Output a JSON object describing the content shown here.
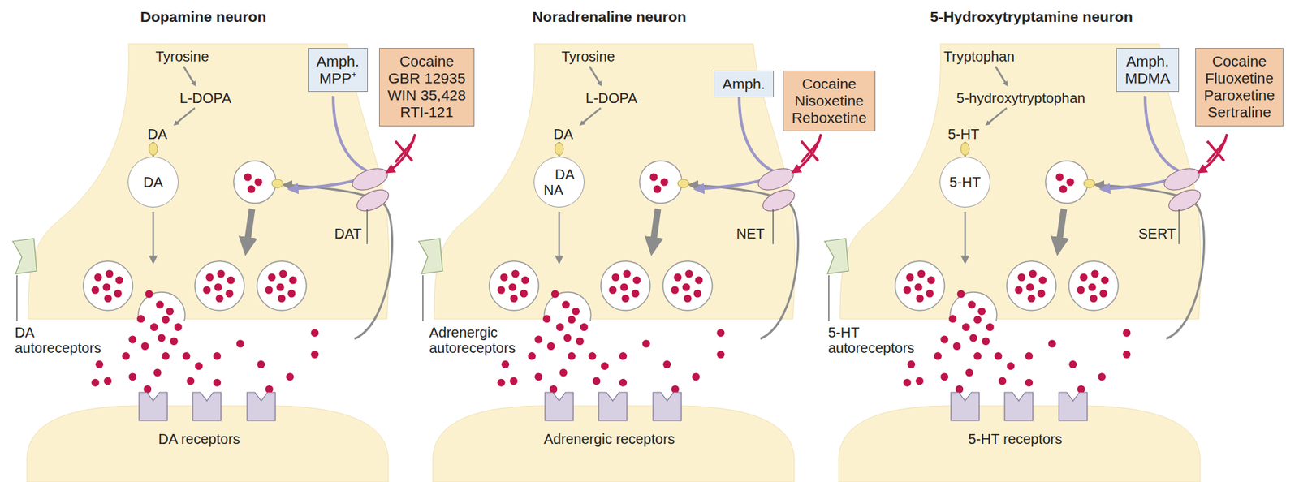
{
  "diagram": {
    "nodes": [
      {
        "text": [
          "Amph.",
          "MPP⁺"
        ]
      },
      {
        "text": [
          "Cocaine",
          "GBR 12935",
          "WIN 35,428",
          "RTI-121"
        ]
      },
      {
        "text": [
          "DA"
        ]
      },
      {
        "text": [
          "Amph."
        ]
      },
      {
        "text": [
          "Cocaine",
          "Nisoxetine",
          "Reboxetine"
        ]
      },
      {
        "text": [
          "DA",
          "NA"
        ]
      },
      {
        "text": [
          "Amph.",
          "MDMA"
        ]
      },
      {
        "text": [
          "Cocaine",
          "Fluoxetine",
          "Paroxetine",
          "Sertraline"
        ]
      },
      {
        "text": [
          "5-HT"
        ]
      }
    ],
    "labels": [
      "Dopamine neuron",
      "Tyrosine",
      "L-DOPA",
      "DA",
      "DAT",
      "DA autoreceptors",
      "DA receptors",
      "Noradrenaline neuron",
      "Tyrosine",
      "L-DOPA",
      "DA",
      "NET",
      "Adrenergic autoreceptors",
      "Adrenergic receptors",
      "5-Hydroxytryptamine neuron",
      "Tryptophan",
      "5-hydroxytryptophan",
      "5-HT",
      "SERT",
      "5-HT autoreceptors",
      "5-HT receptors"
    ]
  }
}
